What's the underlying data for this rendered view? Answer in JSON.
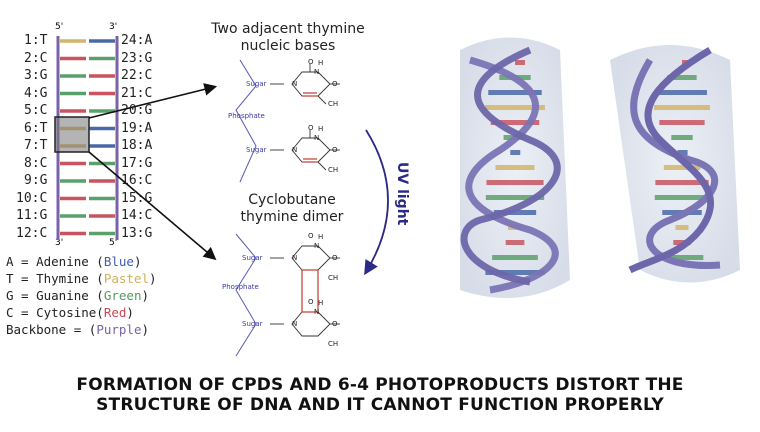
{
  "strand": {
    "prime_top_left": "5'",
    "prime_top_right": "3'",
    "prime_bottom_left": "3'",
    "prime_bottom_right": "5'",
    "left": [
      "1:T",
      "2:C",
      "3:G",
      "4:G",
      "5:C",
      "6:T",
      "7:T",
      "8:C",
      "9:G",
      "10:C",
      "11:G",
      "12:C"
    ],
    "right": [
      "24:A",
      "23:G",
      "22:C",
      "21:C",
      "20:G",
      "19:A",
      "18:A",
      "17:G",
      "16:C",
      "15:G",
      "14:C",
      "13:G"
    ],
    "pair_colors_left": [
      "#d4b46a",
      "#c9535f",
      "#5aa06a",
      "#5aa06a",
      "#c9535f",
      "#d4b46a",
      "#d4b46a",
      "#c9535f",
      "#5aa06a",
      "#c9535f",
      "#5aa06a",
      "#c9535f"
    ],
    "pair_colors_right": [
      "#4a68a8",
      "#5aa06a",
      "#c9535f",
      "#c9535f",
      "#5aa06a",
      "#4a68a8",
      "#4a68a8",
      "#5aa06a",
      "#c9535f",
      "#5aa06a",
      "#c9535f",
      "#5aa06a"
    ]
  },
  "legend": [
    {
      "prefix": "A = Adenine (",
      "color_name": "Blue",
      "suffix": ")",
      "color": "#3f5bb0"
    },
    {
      "prefix": "T = Thymine (",
      "color_name": "Pastel",
      "suffix": ")",
      "color": "#d1b05a"
    },
    {
      "prefix": "G = Guanine (",
      "color_name": "Green",
      "suffix": ")",
      "color": "#4f9a5e"
    },
    {
      "prefix": "C = Cytosine(",
      "color_name": "Red",
      "suffix": ")",
      "color": "#c44c57"
    },
    {
      "prefix": "Backbone  = (",
      "color_name": "Purple",
      "suffix": ")",
      "color": "#7a62a8"
    }
  ],
  "top_title": "Two adjacent thymine\nnucleic bases",
  "mid_title": "Cyclobutane\nthymine dimer",
  "uv_label": "UV light",
  "chem": {
    "sugar": "Sugar",
    "phosphate": "Phosphate",
    "O": "O",
    "H": "H",
    "N": "N",
    "C": "C",
    "CH3": "CH",
    "sub3": "3"
  },
  "caption_line1": "FORMATION OF CPDS AND 6-4 PHOTOPRODUCTS DISTORT THE",
  "caption_line2": "STRUCTURE OF DNA AND IT CANNOT FUNCTION PROPERLY"
}
